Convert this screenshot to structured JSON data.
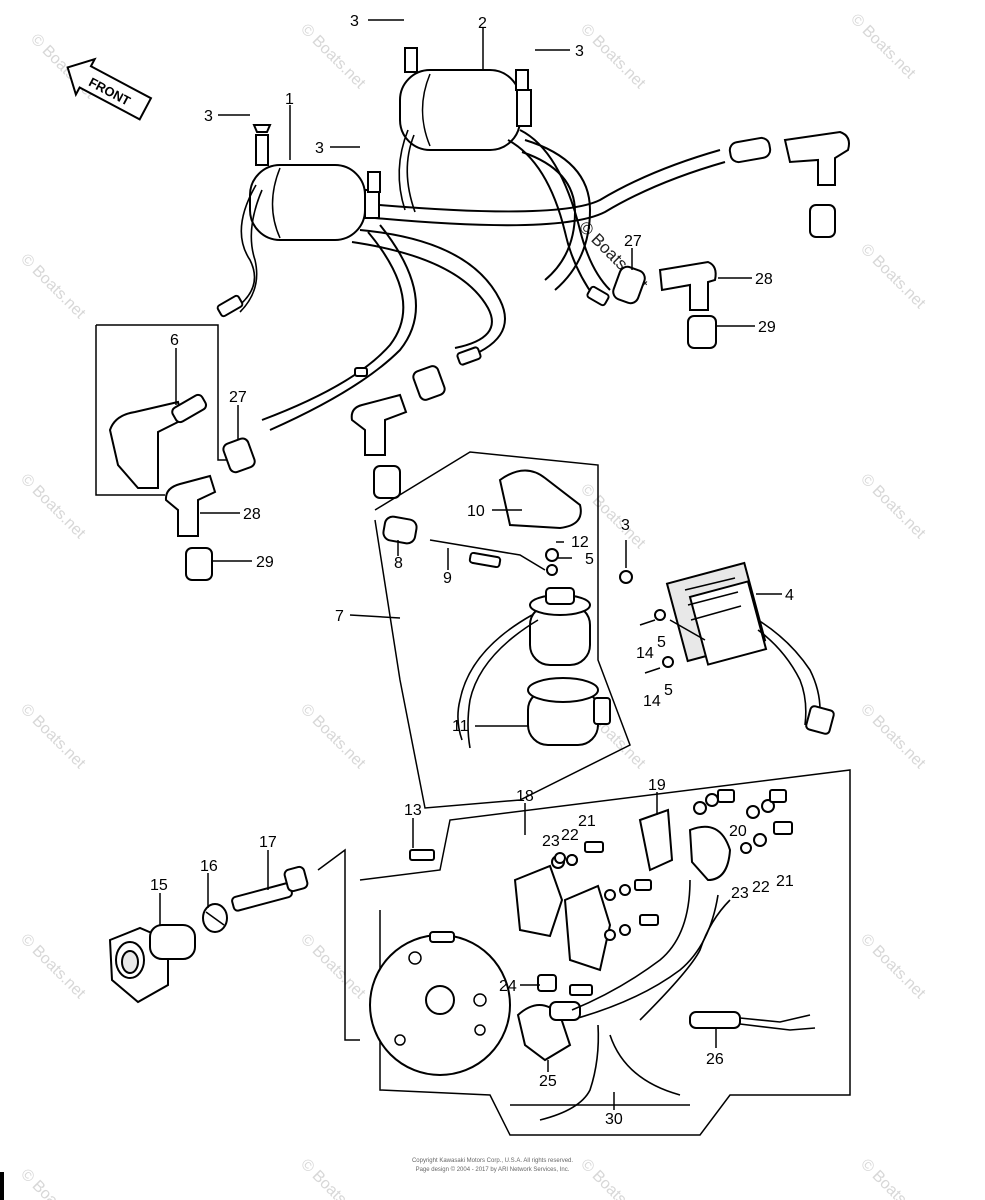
{
  "front_label": "FRONT",
  "watermark": "© Boats.net",
  "watermark_center": "© Boats.net",
  "callouts": {
    "c1": "1",
    "c2": "2",
    "c3a": "3",
    "c3b": "3",
    "c3c": "3",
    "c3d": "3",
    "c3e": "3",
    "c4": "4",
    "c5a": "5",
    "c5b": "5",
    "c5c": "5",
    "c6": "6",
    "c7": "7",
    "c8": "8",
    "c9": "9",
    "c10": "10",
    "c11": "11",
    "c12": "12",
    "c13": "13",
    "c14a": "14",
    "c14b": "14",
    "c15": "15",
    "c16": "16",
    "c17": "17",
    "c18": "18",
    "c19": "19",
    "c20": "20",
    "c21a": "21",
    "c21b": "21",
    "c22a": "22",
    "c22b": "22",
    "c23a": "23",
    "c23b": "23",
    "c24": "24",
    "c25": "25",
    "c26": "26",
    "c27a": "27",
    "c27b": "27",
    "c28a": "28",
    "c28b": "28",
    "c29a": "29",
    "c29b": "29",
    "c30": "30"
  },
  "footer_line1": "Copyright Kawasaki Motors Corp., U.S.A. All rights reserved.",
  "footer_line2": "Page design © 2004 - 2017 by ARI Network Services, Inc."
}
